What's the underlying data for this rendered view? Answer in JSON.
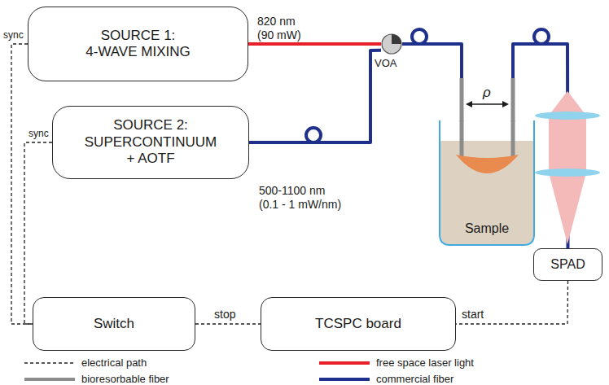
{
  "diagram": {
    "nodes": [
      {
        "text": [
          "SOURCE 1:",
          "4-WAVE MIXING"
        ]
      },
      {
        "text": [
          "SOURCE 2:",
          "SUPERCONTINUUM + AOTF"
        ]
      },
      {
        "text": [
          "VOA"
        ]
      },
      {
        "text": [
          "Sample"
        ]
      },
      {
        "text": [
          "SPAD"
        ]
      },
      {
        "text": [
          "Switch"
        ]
      },
      {
        "text": [
          "TCSPC board"
        ]
      }
    ],
    "edges": [
      {
        "from": 0,
        "to": 2,
        "label": "820 nm (90 mW)",
        "arrow": "none"
      },
      {
        "from": 1,
        "to": 2,
        "label": "500-1100 nm (0.1 - 1 mW/nm)",
        "arrow": "none"
      },
      {
        "from": 2,
        "to": 3,
        "arrow": "none"
      },
      {
        "from": 3,
        "to": 4,
        "arrow": "none"
      },
      {
        "from": 0,
        "to": 5,
        "label": "sync",
        "arrow": "none"
      },
      {
        "from": 1,
        "to": 5,
        "label": "sync",
        "arrow": "none"
      },
      {
        "from": 5,
        "to": 6,
        "label": "stop",
        "arrow": "none"
      },
      {
        "from": 4,
        "to": 6,
        "label": "start",
        "arrow": "none"
      }
    ],
    "labels": [
      "ρ"
    ],
    "legend": [
      {
        "text": "electrical path"
      },
      {
        "text": "free space laser light"
      },
      {
        "text": "bioresorbable fiber"
      },
      {
        "text": "commercial fiber"
      }
    ]
  }
}
